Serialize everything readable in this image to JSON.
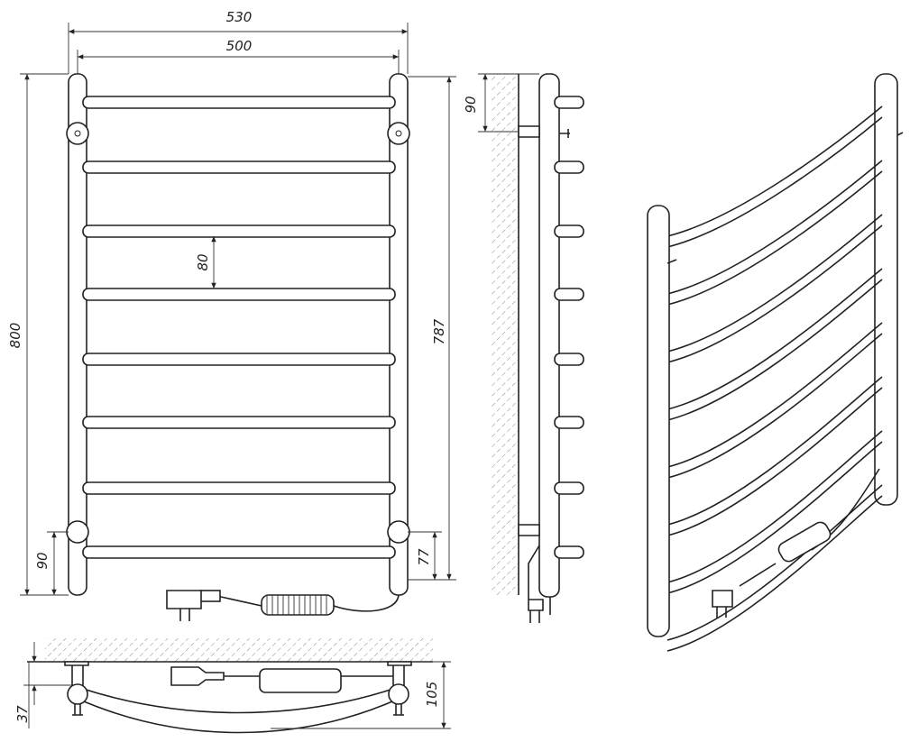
{
  "dimensions": {
    "overall_width": "530",
    "rail_spacing": "500",
    "overall_height": "800",
    "bar_pitch": "80",
    "connection_height": "787",
    "bottom_offset_left": "90",
    "bottom_offset_right": "77",
    "top_mount_offset": "90",
    "mount_depth": "37",
    "total_depth": "105"
  },
  "front_view": {
    "bar_count": 8
  },
  "colors": {
    "line": "#222222",
    "hatch": "#888888",
    "background": "#ffffff"
  }
}
